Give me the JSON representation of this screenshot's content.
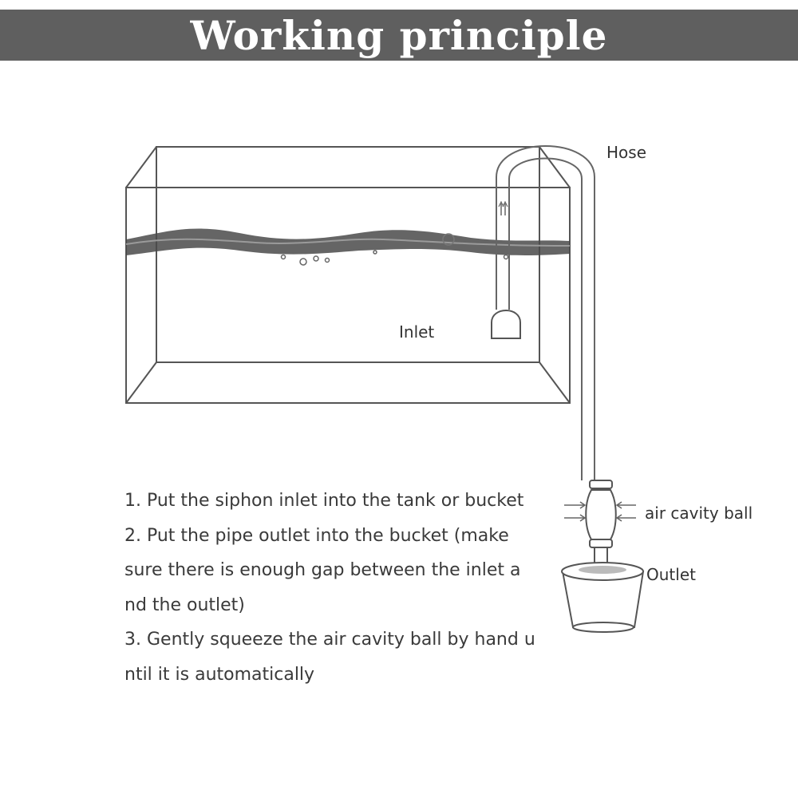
{
  "title": "Working principle",
  "labels": {
    "hose": "Hose",
    "inlet": "Inlet",
    "air_cavity_ball": "air cavity ball",
    "outlet": "Outlet"
  },
  "instructions": [
    "1. Put the siphon inlet into the tank or bucket",
    "2. Put the pipe outlet into the bucket (make",
    "sure there is enough gap between the inlet a",
    "nd the outlet)",
    "3. Gently squeeze the air cavity ball by hand u",
    "ntil it is automatically"
  ],
  "colors": {
    "title_bar": "#5f5f5f",
    "title_text": "#ffffff",
    "line": "#555555",
    "text": "#3a3a3a"
  }
}
